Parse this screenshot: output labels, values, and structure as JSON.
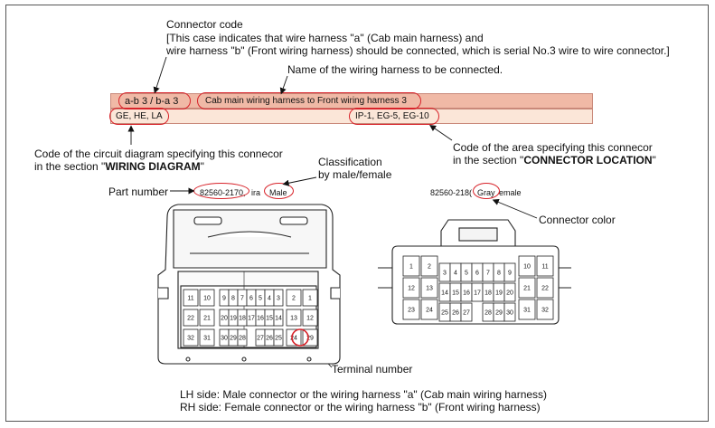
{
  "annotations": {
    "connector_code_title": "Connector code",
    "connector_code_line1": "[This case indicates that wire harness \"a\" (Cab main harness) and",
    "connector_code_line2": "wire harness \"b\" (Front wiring harness) should be connected, which is serial No.3 wire to wire connector.]",
    "harness_name_label": "Name of the wiring harness to be connected.",
    "circuit_code_line1": "Code of the circuit diagram specifying this connecor",
    "circuit_code_line2_prefix": "in the section \"",
    "circuit_code_line2_bold": "WIRING DIAGRAM",
    "circuit_code_line2_suffix": "\"",
    "area_code_line1": "Code of the area specifying this connecor",
    "area_code_line2_prefix": "in the section \"",
    "area_code_line2_bold": "CONNECTOR LOCATION",
    "area_code_line2_suffix": "\"",
    "classification_line1": "Classification",
    "classification_line2": "by male/female",
    "part_number_label": "Part number",
    "connector_color_label": "Connector color",
    "terminal_number_label": "Terminal number"
  },
  "band": {
    "code": "a-b 3 / b-a 3",
    "harness_name": "Cab main wiring harness to Front wiring harness 3",
    "circuit_codes": "GE, HE, LA",
    "area_codes": "IP-1, EG-5, EG-10"
  },
  "left_connector": {
    "part_number": "82560-2170,",
    "part_number_tail": "ira",
    "gender": "Male",
    "highlighted_terminal": "29"
  },
  "right_connector": {
    "part_number": "82560-218(",
    "color": "Gray",
    "gender_tail": "emale"
  },
  "footer": {
    "lh_line": "LH side: Male connector or the wiring harness \"a\" (Cab main wiring harness)",
    "rh_line": "RH side: Female connector or the wiring harness \"b\" (Front wiring harness)"
  },
  "colors": {
    "highlight": "#d8232a",
    "band_dark": "#f0b9a6",
    "band_light": "#fbe6d8"
  }
}
